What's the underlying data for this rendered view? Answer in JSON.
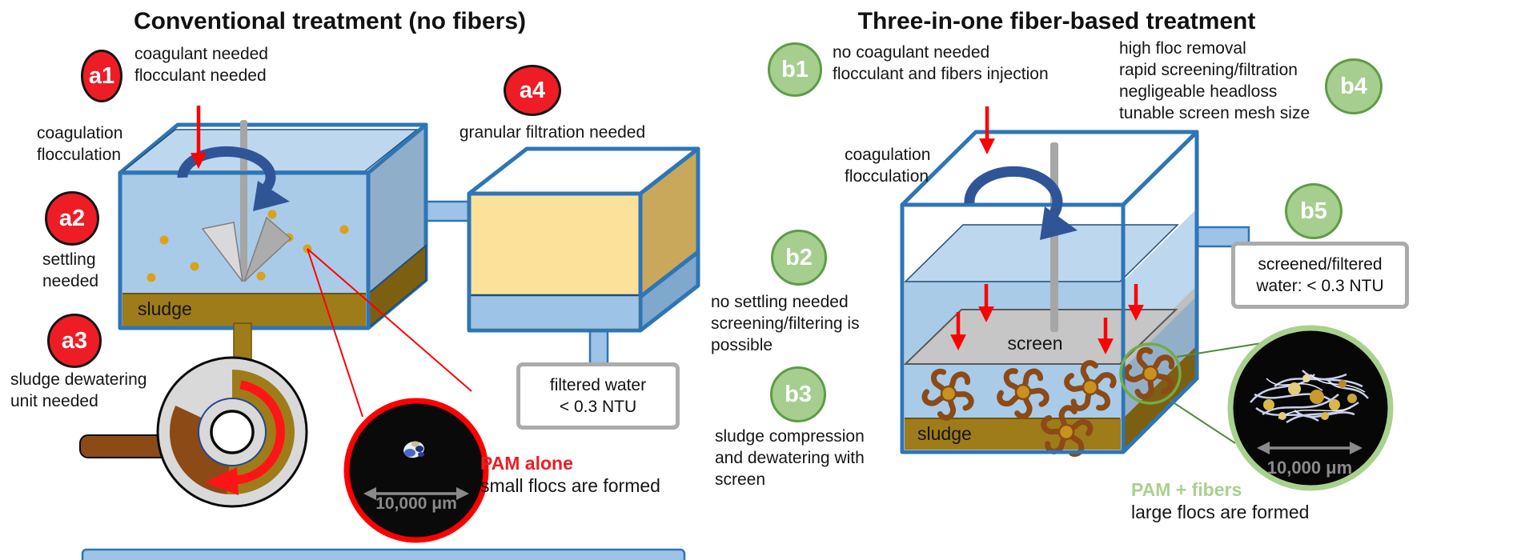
{
  "colors": {
    "badge_red": "#EE1C25",
    "badge_green_fill": "#A6CE8E",
    "badge_green_border": "#5E9C48",
    "tank_outline": "#2E75B6",
    "water_light": "#BDD7EE",
    "sludge_gold": "#9E7C19",
    "sand": "#FBE199",
    "floc_brown": "#8C4A17",
    "accent_red": "#FF0000",
    "accent_green": "#70AD47",
    "scale_gray": "#8A8A8A"
  },
  "left": {
    "title": "Conventional treatment (no fibers)",
    "badge_a1": "a1",
    "a1_note": "coagulant needed\nflocculant needed",
    "vessel_label": "coagulation\nflocculation",
    "badge_a2": "a2",
    "a2_note": "settling\nneeded",
    "sludge_label": "sludge",
    "badge_a3": "a3",
    "a3_note": "sludge dewatering\nunit needed",
    "badge_a4": "a4",
    "a4_note": "granular filtration needed",
    "filtered_water_note": "filtered water\n< 0.3 NTU",
    "inset_scale": "10,000 μm",
    "inset_caption_strong": "PAM alone",
    "inset_caption": "small flocs are formed"
  },
  "right": {
    "title": "Three-in-one fiber-based treatment",
    "badge_b1": "b1",
    "b1_note": "no coagulant needed\nflocculant and fibers injection",
    "vessel_label": "coagulation\nflocculation",
    "badge_b2": "b2",
    "b2_note": "no settling needed\nscreening/filtering is\npossible",
    "badge_b3": "b3",
    "b3_note": "sludge compression\nand dewatering with\nscreen",
    "badge_b4": "b4",
    "b4_note": "high floc removal\nrapid screening/filtration\nnegligeable headloss\ntunable screen mesh size",
    "badge_b5": "b5",
    "b5_box": "screened/filtered\nwater: < 0.3 NTU",
    "screen_label": "screen",
    "sludge_label": "sludge",
    "inset_scale": "10,000 μm",
    "inset_caption_strong": "PAM + fibers",
    "inset_caption": "large flocs are formed"
  }
}
